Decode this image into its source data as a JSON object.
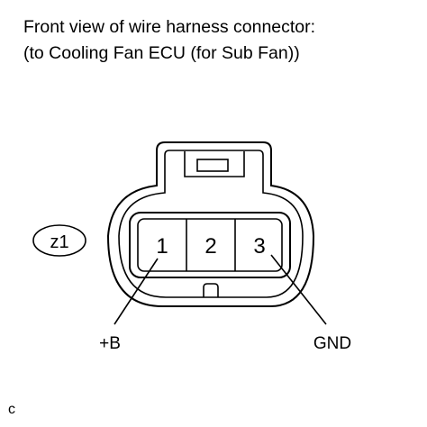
{
  "caption": {
    "line1": "Front view of wire harness connector:",
    "line2": "(to Cooling Fan ECU (for Sub Fan))"
  },
  "connector": {
    "code": "z1",
    "pins": [
      {
        "number": "1",
        "signal": "+B"
      },
      {
        "number": "2",
        "signal": ""
      },
      {
        "number": "3",
        "signal": "GND"
      }
    ]
  },
  "corner_code": "c"
}
